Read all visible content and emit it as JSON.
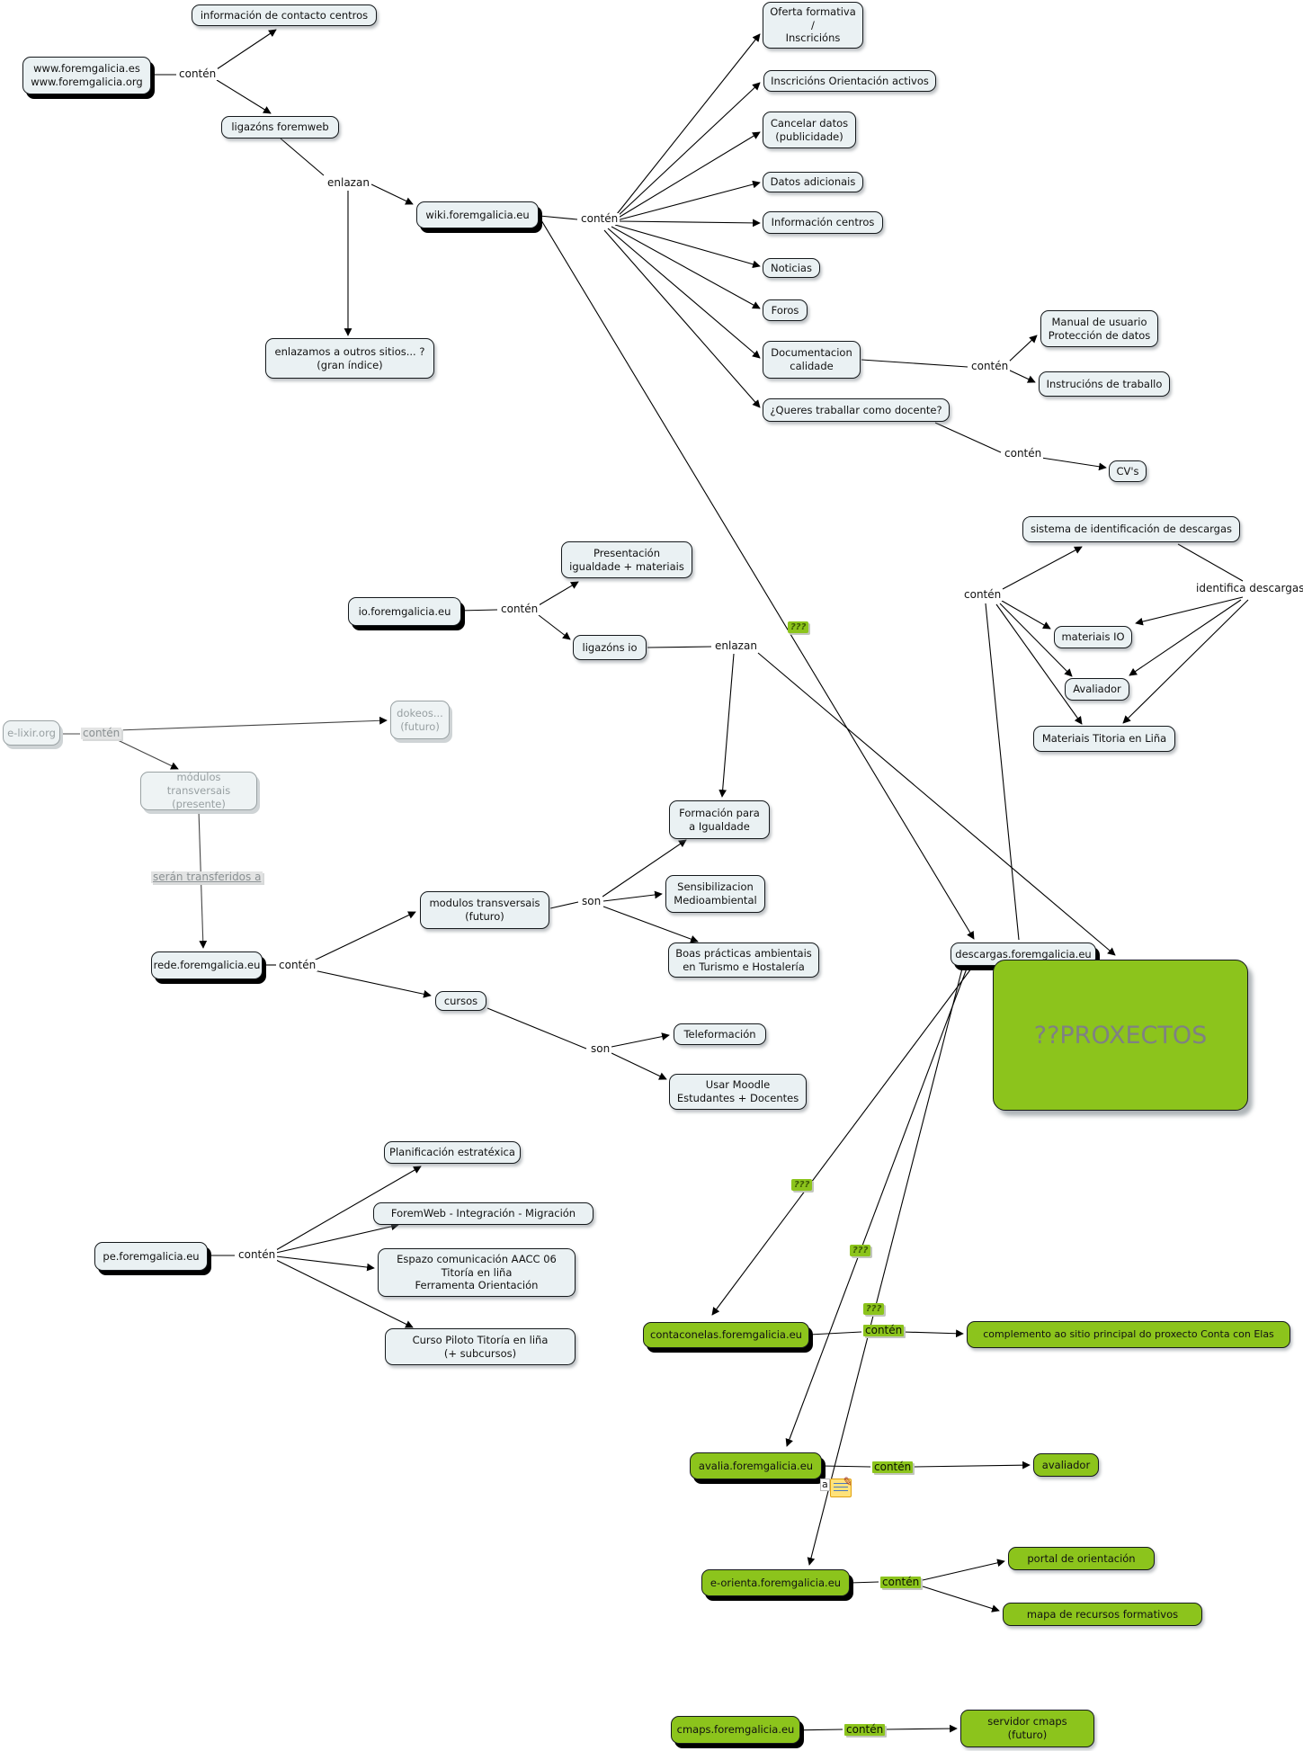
{
  "colors": {
    "node_fill": "#eaf1f3",
    "accent_green": "#8cc41c",
    "proxectos_text_gray": "#7f8183",
    "faded_gray": "#98a0a2",
    "line_black": "#000000"
  },
  "nodes": {
    "www": {
      "label": "www.foremgalicia.es\nwww.foremgalicia.org"
    },
    "info_contacto": {
      "label": "información de contacto centros"
    },
    "ligazons_foremweb": {
      "label": "ligazóns foremweb"
    },
    "wiki": {
      "label": "wiki.foremgalicia.eu"
    },
    "enlazamos": {
      "label": "enlazamos a outros sitios... ?\n(gran índice)"
    },
    "oferta": {
      "label": "Oferta formativa\n/\nInscricións"
    },
    "inscricions_orientacion": {
      "label": "Inscricións Orientación activos"
    },
    "cancelar_datos": {
      "label": "Cancelar datos\n(publicidade)"
    },
    "datos_adicionais": {
      "label": "Datos adicionais"
    },
    "informacion_centros": {
      "label": "Información centros"
    },
    "noticias": {
      "label": "Noticias"
    },
    "foros": {
      "label": "Foros"
    },
    "documentacion_calidade": {
      "label": "Documentacion\ncalidade"
    },
    "queres_docente": {
      "label": "¿Queres traballar como docente?"
    },
    "manual_usuario": {
      "label": "Manual de usuario\nProtección de datos"
    },
    "instrucions_traballo": {
      "label": "Instrucións de traballo"
    },
    "cvs": {
      "label": "CV's"
    },
    "sistema_identificacion": {
      "label": "sistema de identificación de descargas"
    },
    "materiais_io": {
      "label": "materiais IO"
    },
    "avaliador_box": {
      "label": "Avaliador"
    },
    "materiais_titoria": {
      "label": "Materiais Titoria en Liña"
    },
    "presentacion": {
      "label": "Presentación\nigualdade + materiais"
    },
    "io": {
      "label": "io.foremgalicia.eu"
    },
    "ligazons_io": {
      "label": "ligazóns io"
    },
    "elixir": {
      "label": "e-lixir.org"
    },
    "dokeos": {
      "label": "dokeos...\n(futuro)"
    },
    "mod_presente": {
      "label": "módulos transversais\n(presente)"
    },
    "rede": {
      "label": "rede.foremgalicia.eu"
    },
    "mod_futuro": {
      "label": "modulos transversais\n(futuro)"
    },
    "cursos": {
      "label": "cursos"
    },
    "formacion_igualdade": {
      "label": "Formación para\na Igualdade"
    },
    "sensibilizacion": {
      "label": "Sensibilizacion\nMedioambiental"
    },
    "boas_practicas": {
      "label": "Boas prácticas ambientais\nen Turismo e Hostalería"
    },
    "teleformacion": {
      "label": "Teleformación"
    },
    "usar_moodle": {
      "label": "Usar Moodle\nEstudantes + Docentes"
    },
    "descargas": {
      "label": "descargas.foremgalicia.eu"
    },
    "proxectos": {
      "label": "??PROXECTOS"
    },
    "planificacion": {
      "label": "Planificación estratéxica"
    },
    "foremweb_integracion": {
      "label": "ForemWeb - Integración - Migración"
    },
    "espazo_comunicacion": {
      "label": "Espazo comunicación AACC 06\nTitoría en liña\nFerramenta Orientación"
    },
    "curso_piloto": {
      "label": "Curso Piloto Titoría en liña\n(+ subcursos)"
    },
    "pe": {
      "label": "pe.foremgalicia.eu"
    },
    "contaconelas": {
      "label": "contaconelas.foremgalicia.eu"
    },
    "complemento": {
      "label": "complemento ao sitio principal do proxecto Conta con Elas"
    },
    "avalia": {
      "label": "avalia.foremgalicia.eu"
    },
    "avaliador_green": {
      "label": "avaliador"
    },
    "eorienta": {
      "label": "e-orienta.foremgalicia.eu"
    },
    "portal": {
      "label": "portal de orientación"
    },
    "mapa": {
      "label": "mapa de recursos formativos"
    },
    "cmaps": {
      "label": "cmaps.foremgalicia.eu"
    },
    "servidor": {
      "label": "servidor cmaps\n(futuro)"
    }
  },
  "edge_labels": {
    "www_conten": "contén",
    "foremweb_enlazan": "enlazan",
    "wiki_conten": "contén",
    "calidade_conten": "contén",
    "docente_conten": "contén",
    "descargas_conten": "contén",
    "identifica": "identifica descargas",
    "io_conten": "contén",
    "io_enlazan": "enlazan",
    "elixir_conten": "contén",
    "seran": "serán transferidos a",
    "rede_conten": "contén",
    "futuro_son": "son",
    "cursos_son": "son",
    "pe_conten": "contén",
    "contaconelas_conten": "contén",
    "avalia_conten": "contén",
    "eorienta_conten": "contén",
    "cmaps_conten": "contén"
  },
  "qmarks": {
    "q1": "???",
    "q2": "???",
    "q3": "???",
    "q4": "???"
  },
  "note": {
    "marker": "a"
  }
}
